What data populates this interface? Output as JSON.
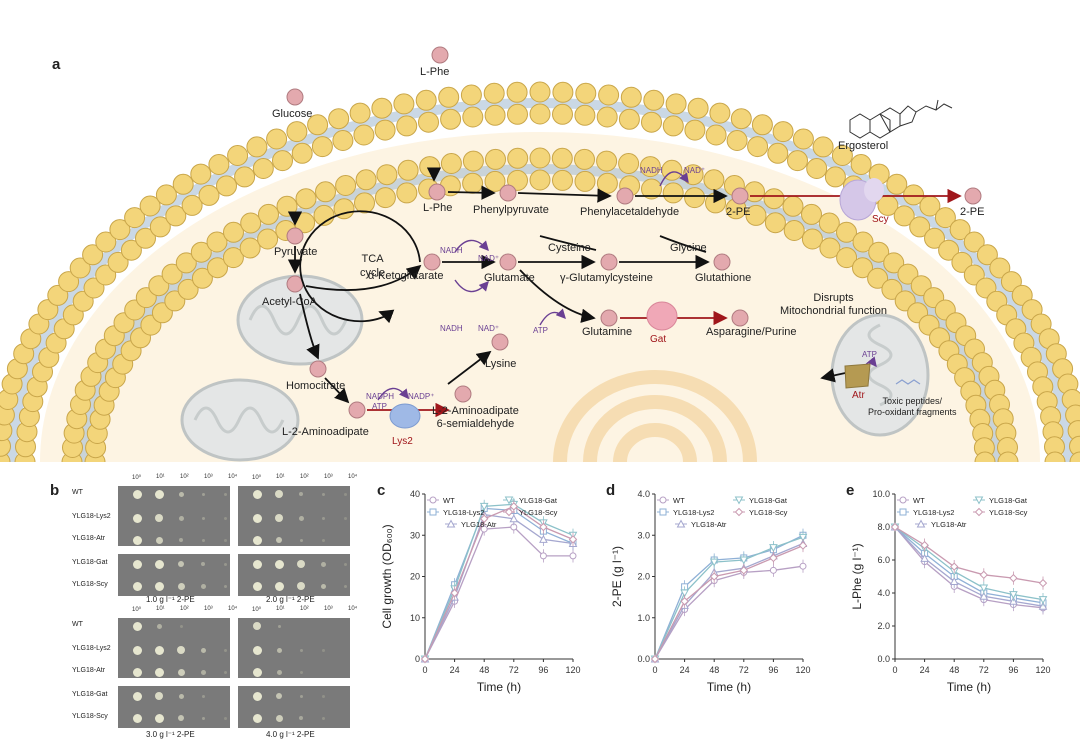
{
  "panels": {
    "a": "a",
    "b": "b",
    "c": "c",
    "d": "d",
    "e": "e"
  },
  "pathway": {
    "l_phe_outside": "L-Phe",
    "glucose": "Glucose",
    "ergosterol": "Ergosterol",
    "two_pe_outside": "2-PE",
    "l_phe_inside": "L-Phe",
    "phenylpyruvate": "Phenylpyruvate",
    "phenylacetaldehyde": "Phenylacetaldehyde",
    "two_pe_inside": "2-PE",
    "nadh_top": "NADH",
    "nad_top": "NAD⁺",
    "scy": "Scy",
    "pyruvate": "Pyruvate",
    "acetyl_coa": "Acetyl-CoA",
    "tca_cycle": "TCA\ncycle",
    "nadh_mid": "NADH",
    "nad_mid": "NAD⁺",
    "akg": "α-Ketoglutarate",
    "glutamate": "Glutamate",
    "cysteine": "Cysteine",
    "glycine": "Glycine",
    "gamma_glu_cys": "γ-Glutamylcysteine",
    "glutathione": "Glutathione",
    "nadh_low": "NADH",
    "nad_low": "NAD⁺",
    "atp_mid": "ATP",
    "glutamine": "Glutamine",
    "gat": "Gat",
    "asparagine_purine": "Asparagine/Purine",
    "disrupts": "Disrupts\nMitochondrial function",
    "lysine": "Lysine",
    "homocitrate": "Homocitrate",
    "nadph": "NADPH",
    "nadp": "NADP⁺",
    "atp_lys2": "ATP",
    "l2_aminoadipate_semi": "L-2-Aminoadipate\n6-semialdehyde",
    "l2_aminoadipate": "L-2-Aminoadipate",
    "lys2": "Lys2",
    "atp_atr": "ATP",
    "atr": "Atr",
    "toxic": "Toxic peptides/\nPro-oxidant fragments"
  },
  "spot_assay": {
    "dilutions": [
      "10⁰",
      "10¹",
      "10²",
      "10³",
      "10⁴"
    ],
    "strains_top": [
      "WT",
      "YLG18-Lys2",
      "YLG18-Atr",
      "YLG18-Gat",
      "YLG18-Scy"
    ],
    "strains_bottom": [
      "WT",
      "YLG18-Lys2",
      "YLG18-Atr",
      "YLG18-Gat",
      "YLG18-Scy"
    ],
    "conditions": [
      "1.0 g l⁻¹ 2-PE",
      "2.0 g l⁻¹ 2-PE",
      "3.0 g l⁻¹ 2-PE",
      "4.0 g l⁻¹ 2-PE"
    ]
  },
  "colors": {
    "WT": "#b7a0c4",
    "YLG18-Lys2": "#8fb0d6",
    "YLG18-Atr": "#a5a7cf",
    "YLG18-Gat": "#8cc1c9",
    "YLG18-Scy": "#c99ab0",
    "membrane_head": "#f3d57a",
    "cytoplasm": "#fdf4e3"
  },
  "chart_data": [
    {
      "type": "line",
      "panel": "c",
      "xlabel": "Time (h)",
      "ylabel": "Cell growth (OD₆₀₀)",
      "x": [
        0,
        24,
        48,
        72,
        96,
        120
      ],
      "xticks": [
        "0",
        "24",
        "48",
        "72",
        "96",
        "120"
      ],
      "yticks": [
        "0",
        "10",
        "20",
        "30",
        "40"
      ],
      "ylim": [
        0,
        40
      ],
      "series": [
        {
          "name": "WT",
          "values": [
            0,
            14,
            31.5,
            32,
            25,
            25
          ]
        },
        {
          "name": "YLG18-Lys2",
          "values": [
            0,
            18,
            36.5,
            36,
            31,
            28
          ]
        },
        {
          "name": "YLG18-Atr",
          "values": [
            0,
            15,
            35,
            34,
            29,
            28
          ]
        },
        {
          "name": "YLG18-Gat",
          "values": [
            0,
            17,
            37,
            37.5,
            33,
            30
          ]
        },
        {
          "name": "YLG18-Scy",
          "values": [
            0,
            16,
            34,
            37,
            32,
            29
          ]
        }
      ]
    },
    {
      "type": "line",
      "panel": "d",
      "xlabel": "Time (h)",
      "ylabel": "2-PE (g l⁻¹)",
      "x": [
        0,
        24,
        48,
        72,
        96,
        120
      ],
      "xticks": [
        "0",
        "24",
        "48",
        "72",
        "96",
        "120"
      ],
      "yticks": [
        "0.0",
        "1.0",
        "2.0",
        "3.0",
        "4.0"
      ],
      "ylim": [
        0,
        4
      ],
      "series": [
        {
          "name": "WT",
          "values": [
            0,
            1.2,
            1.9,
            2.1,
            2.15,
            2.25
          ]
        },
        {
          "name": "YLG18-Lys2",
          "values": [
            0,
            1.75,
            2.4,
            2.45,
            2.65,
            3.0
          ]
        },
        {
          "name": "YLG18-Atr",
          "values": [
            0,
            1.3,
            2.1,
            2.2,
            2.5,
            2.8
          ]
        },
        {
          "name": "YLG18-Gat",
          "values": [
            0,
            1.6,
            2.35,
            2.4,
            2.7,
            2.95
          ]
        },
        {
          "name": "YLG18-Scy",
          "values": [
            0,
            1.4,
            2.0,
            2.15,
            2.45,
            2.75
          ]
        }
      ]
    },
    {
      "type": "line",
      "panel": "e",
      "xlabel": "Time (h)",
      "ylabel": "L-Phe (g l⁻¹)",
      "x": [
        0,
        24,
        48,
        72,
        96,
        120
      ],
      "xticks": [
        "0",
        "24",
        "48",
        "72",
        "96",
        "120"
      ],
      "yticks": [
        "0.0",
        "2.0",
        "4.0",
        "6.0",
        "8.0",
        "10.0"
      ],
      "ylim": [
        0,
        10
      ],
      "series": [
        {
          "name": "WT",
          "values": [
            8.0,
            5.9,
            4.4,
            3.6,
            3.3,
            3.1
          ]
        },
        {
          "name": "YLG18-Lys2",
          "values": [
            8.0,
            6.4,
            5.0,
            4.0,
            3.7,
            3.4
          ]
        },
        {
          "name": "YLG18-Atr",
          "values": [
            8.0,
            6.1,
            4.7,
            3.8,
            3.5,
            3.2
          ]
        },
        {
          "name": "YLG18-Gat",
          "values": [
            8.0,
            6.7,
            5.3,
            4.3,
            3.9,
            3.6
          ]
        },
        {
          "name": "YLG18-Scy",
          "values": [
            8.0,
            6.9,
            5.6,
            5.1,
            4.9,
            4.6
          ]
        }
      ]
    }
  ]
}
